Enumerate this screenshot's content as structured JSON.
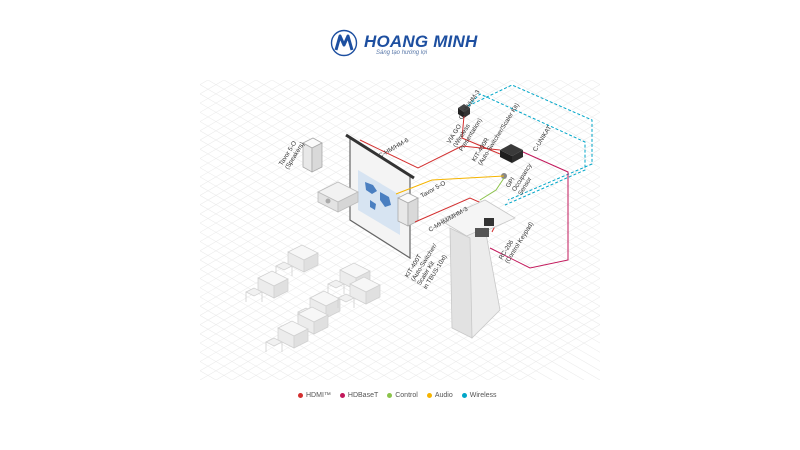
{
  "brand": {
    "name": "HOANG MINH",
    "tagline": "Sáng tạo hướng lợi",
    "color": "#1d4fa0"
  },
  "labels": {
    "tavor_speakers": "Tavor 5-O\n(Speakers)",
    "tavor_right": "Tavor 5-O",
    "c_hm_hm_6": "C-HM/HM-6",
    "c_hm_hm_3": "C-HM/HM-3",
    "c_mhm_mhm_3": "C-MHM/MHM-3",
    "via_go": "VIA GO\n(Wireless\nPresentation)",
    "kit_400r": "KIT-400R\n(Auto-Switcher/Scaler Kit)",
    "c_unikat": "C-UNIKAT",
    "gpi_sensor": "GPI\nOccupancy\nSensor",
    "kit_400t": "KIT-400T\n(Auto-Switcher/\nScaler Kit\nin TBUS-10xl)",
    "rc_206": "RC-206\n(Control Keypad)"
  },
  "legend": [
    {
      "label": "HDMI™",
      "color": "#d32f2f"
    },
    {
      "label": "HDBaseT",
      "color": "#c2185b"
    },
    {
      "label": "Control",
      "color": "#8bc34a"
    },
    {
      "label": "Audio",
      "color": "#f5b400"
    },
    {
      "label": "Wireless",
      "color": "#00a6c8"
    }
  ],
  "colors": {
    "hdmi": "#d32f2f",
    "hdbaset": "#c2185b",
    "control": "#8bc34a",
    "audio": "#f5b400",
    "wireless": "#00a6c8",
    "grid": "#e6e6e6",
    "furniture": "#dcdcdc"
  }
}
